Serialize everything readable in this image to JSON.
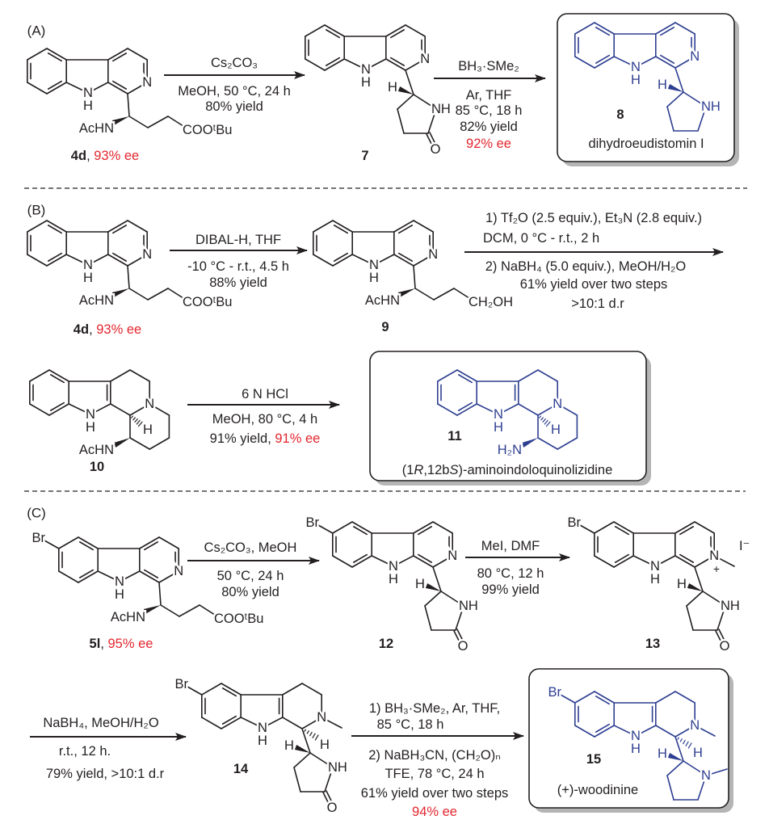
{
  "colors": {
    "ink": "#231f20",
    "target": "#2e3f91",
    "ee": "#e3262e",
    "shadow": "#b5b5b5"
  },
  "sections": {
    "A": "(A)",
    "B": "(B)",
    "C": "(C)"
  },
  "atom_labels": {
    "N": "N",
    "H": "H",
    "NH": "NH",
    "O": "O",
    "Br": "Br",
    "AcHN": "AcHN",
    "ester": "COOᵗBu",
    "alcohol": "CH₂OH",
    "amine": "H₂N",
    "iodide": "I⁻",
    "plus": "+"
  },
  "compounds": {
    "c4d_A": {
      "label": "4d",
      "sep": ", ",
      "ee": "93% ee"
    },
    "c7": {
      "label": "7"
    },
    "c8": {
      "label": "8",
      "name": "dihydroeudistomin I"
    },
    "c4d_B": {
      "label": "4d",
      "sep": ", ",
      "ee": "93% ee"
    },
    "c9": {
      "label": "9"
    },
    "c10": {
      "label": "10"
    },
    "c11": {
      "label": "11",
      "name_parts": [
        "(1",
        "R",
        ",12b",
        "S",
        ")-aminoindoloquinolizidine"
      ]
    },
    "c5l": {
      "label": "5l",
      "sep": ", ",
      "ee": "95% ee"
    },
    "c12": {
      "label": "12"
    },
    "c13": {
      "label": "13"
    },
    "c14": {
      "label": "14"
    },
    "c15": {
      "label": "15",
      "name": "(+)-woodinine"
    }
  },
  "reactions": {
    "A1": {
      "above": [
        "Cs₂CO₃"
      ],
      "below": [
        "MeOH, 50 °C, 24 h",
        "80% yield"
      ]
    },
    "A2": {
      "above": [
        "BH₃·SMe₂"
      ],
      "below": [
        "Ar, THF",
        "85 °C, 18 h",
        "82% yield"
      ],
      "ee": "92% ee"
    },
    "B1": {
      "above": [
        "DIBAL-H, THF"
      ],
      "below": [
        "-10 °C - r.t., 4.5 h",
        "88% yield"
      ]
    },
    "B2": {
      "above": [
        "1) Tf₂O (2.5 equiv.), Et₃N (2.8 equiv.)",
        "DCM, 0 °C - r.t., 2 h"
      ],
      "below": [
        "2) NaBH₄ (5.0 equiv.), MeOH/H₂O",
        "61% yield over two steps",
        ">10:1 d.r"
      ]
    },
    "B3": {
      "above": [
        "6 N HCl"
      ],
      "below": [
        "MeOH, 80 °C, 4 h",
        "91% yield, "
      ],
      "ee": "91% ee"
    },
    "C1": {
      "above": [
        "Cs₂CO₃, MeOH"
      ],
      "below": [
        "50 °C, 24 h",
        "80% yield"
      ]
    },
    "C2": {
      "above": [
        "MeI, DMF"
      ],
      "below": [
        "80 °C, 12 h",
        "99% yield"
      ]
    },
    "C3": {
      "above": [
        "NaBH₄, MeOH/H₂O"
      ],
      "below": [
        "r.t., 12 h.",
        "79% yield, >10:1 d.r"
      ]
    },
    "C4": {
      "above": [
        "1) BH₃·SMe₂, Ar, THF,",
        "85 °C, 18 h"
      ],
      "below": [
        "2) NaBH₃CN, (CH₂O)ₙ",
        "TFE, 78 °C, 24 h",
        "61% yield over two steps"
      ],
      "ee": "94% ee"
    }
  }
}
